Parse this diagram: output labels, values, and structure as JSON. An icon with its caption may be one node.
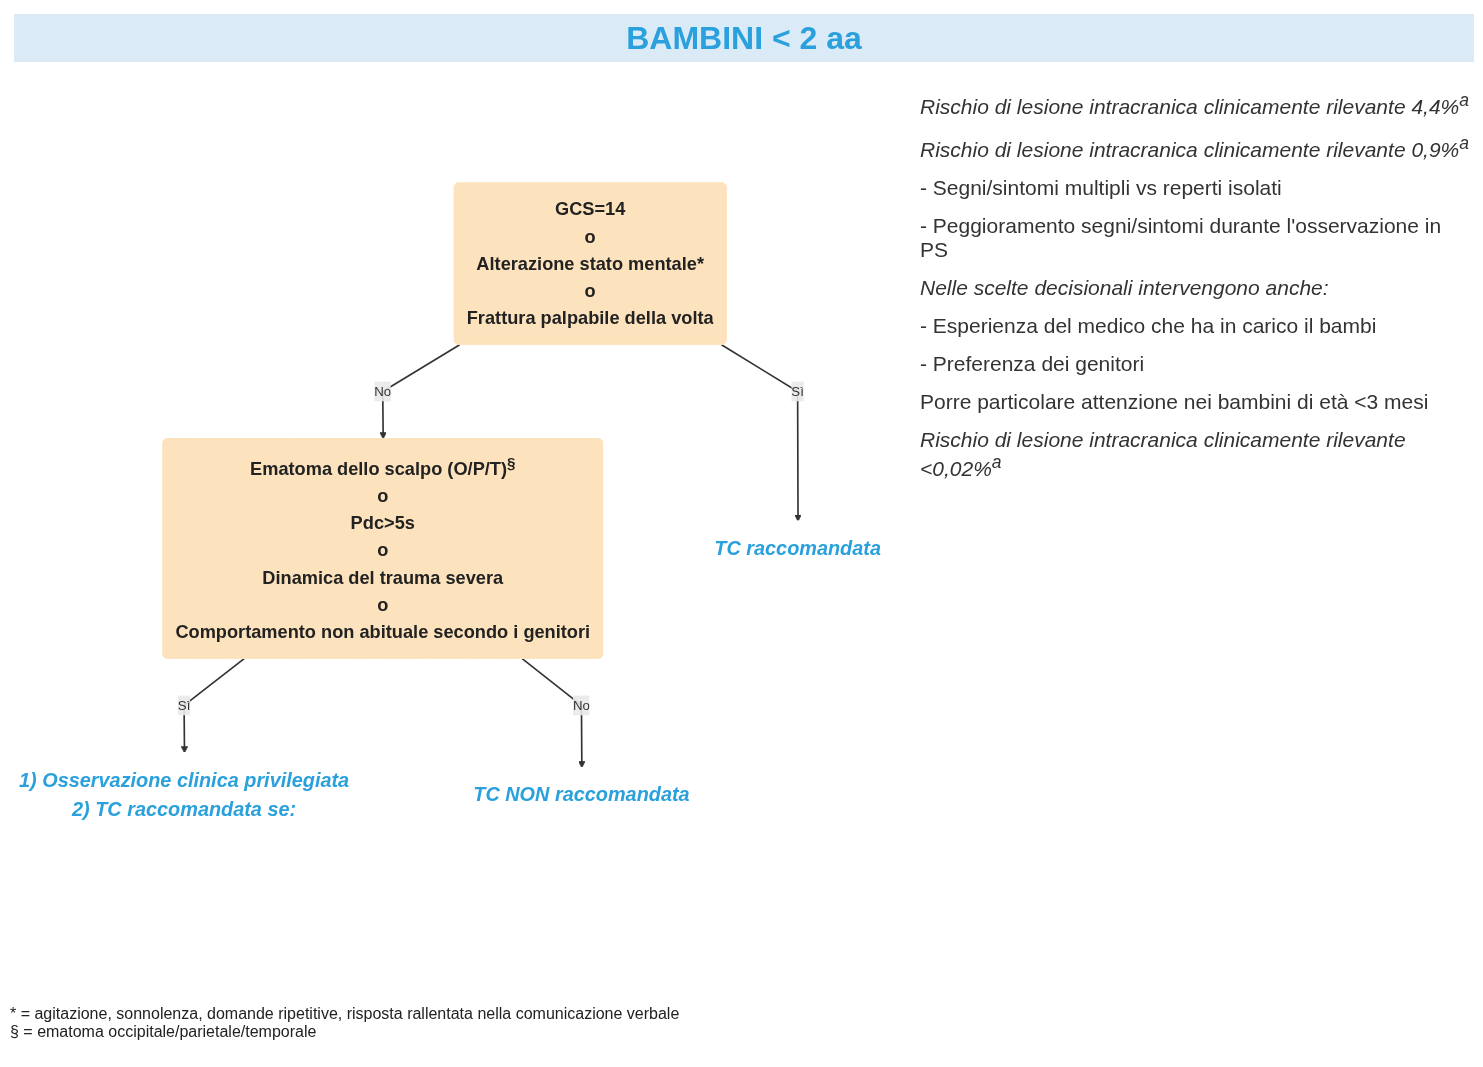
{
  "diagram": {
    "title": "BAMBINI < 2 aa",
    "nodes": [
      {
        "text": [
          "GCS=14",
          "o",
          "Alterazione stato mentale*",
          "o",
          "Frattura palpabile della volta"
        ]
      },
      {
        "text": [
          "TC raccomandata"
        ]
      },
      {
        "text": [
          "Ematoma dello scalpo (O/P/T)$^{§}$",
          "o",
          "Pdc>5s",
          "o",
          "Dinamica del trauma severa",
          "o",
          "Comportamento non abituale secondo i genitori"
        ]
      },
      {
        "text": [
          "1) Osservazione clinica privilegiata",
          "2) TC raccomandata se:"
        ]
      },
      {
        "text": [
          "TC NON raccomandata"
        ]
      }
    ],
    "edges": [
      {
        "from": 0,
        "to": 1,
        "arrow": "to",
        "label": "Sì"
      },
      {
        "from": 0,
        "to": 2,
        "arrow": "to",
        "label": "No"
      },
      {
        "from": 2,
        "to": 3,
        "arrow": "to",
        "label": "Sì"
      },
      {
        "from": 2,
        "to": 4,
        "arrow": "to",
        "label": "No"
      }
    ],
    "labels": [
      "Rischio di lesione intracranica clinicamente rilevante 4,4%$^{a}$",
      "Rischio di lesione intracranica clinicamente rilevante 0,9%$^{a}$",
      "- Segni/sintomi multipli vs reperti isolati",
      "- Peggioramento segni/sintomi durante l'osservazione in PS",
      "Nelle scelte decisionali intervengono anche:",
      "- Esperienza del medico che ha in carico il bambi",
      "- Preferenza dei genitori",
      "Porre particolare attenzione nei bambini di età <3 mesi",
      "Rischio di lesione intracranica clinicamente rilevante <0,02%$^{a}$",
      "* = agitazione, sonnolenza, domande ripetitive, risposta rallentata nella comunicazione verbale",
      "§ = ematoma occipitale/parietale/temporale"
    ]
  }
}
